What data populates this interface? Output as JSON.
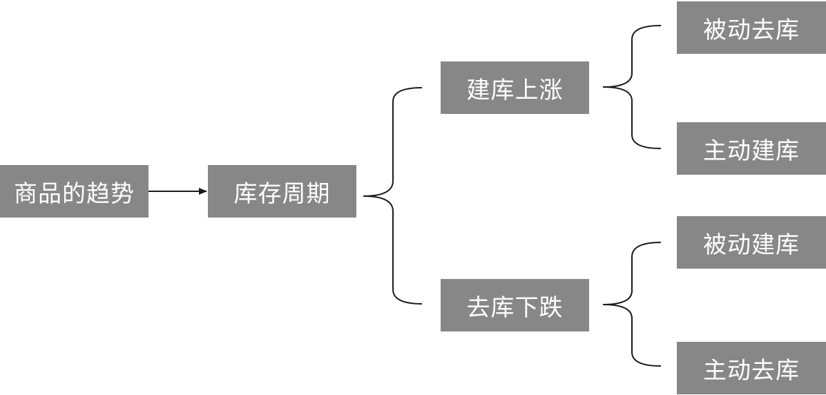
{
  "diagram": {
    "root": {
      "label": "商品的趋势"
    },
    "cycle": {
      "label": "库存周期"
    },
    "up": {
      "label": "建库上涨",
      "children": [
        "被动去库",
        "主动建库"
      ]
    },
    "down": {
      "label": "去库下跌",
      "children": [
        "被动建库",
        "主动去库"
      ]
    }
  },
  "colors": {
    "node_fill": "#878787",
    "node_text": "#ffffff",
    "line": "#1a1a1a",
    "background": "#ffffff"
  }
}
